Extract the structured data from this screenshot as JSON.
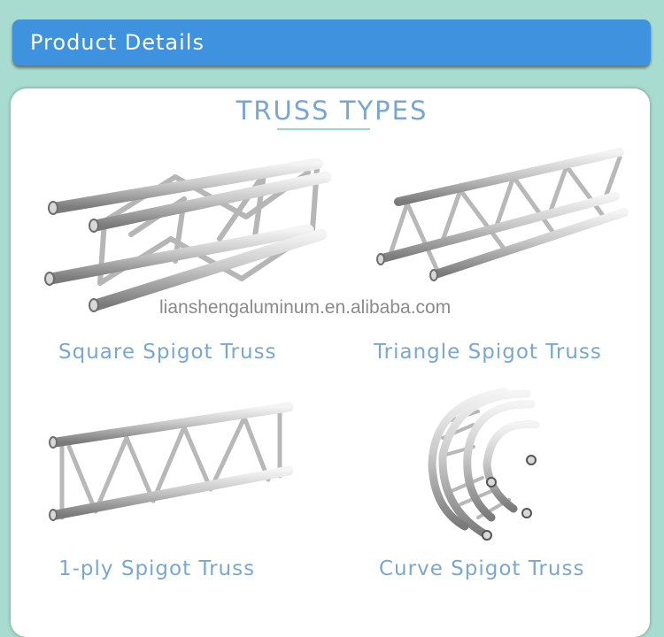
{
  "header": {
    "title": "Product Details"
  },
  "section": {
    "title": "TRUSS TYPES"
  },
  "watermark": "lianshengaluminum.en.alibaba.com",
  "products": [
    {
      "caption": "Square Spigot Truss"
    },
    {
      "caption": "Triangle Spigot Truss"
    },
    {
      "caption": "1-ply Spigot Truss"
    },
    {
      "caption": "Curve Spigot Truss"
    }
  ],
  "colors": {
    "header_bg": "#3f92de",
    "page_bg": "#a9dcd0",
    "caption": "#7aa7d2"
  }
}
